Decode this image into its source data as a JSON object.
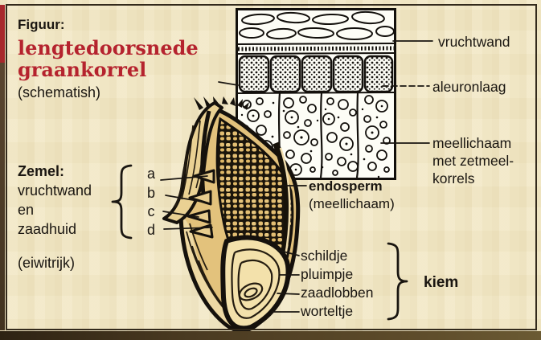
{
  "figure": {
    "heading": "Figuur:",
    "title_line1": "lengtedoorsnede",
    "title_line2": "graankorrel",
    "subtitle": "(schematish)",
    "accent_color": "#b5232e",
    "paper_color": "#f2e8c6",
    "ink_color": "#1a1611",
    "grain_color": "#e2bd72"
  },
  "zemel": {
    "heading": "Zemel:",
    "lines": [
      "vruchtwand",
      "en",
      "zaadhuid"
    ],
    "note": "(eiwitrijk)",
    "markers": [
      "a",
      "b",
      "c",
      "d"
    ]
  },
  "inset_labels": {
    "vruchtwand": "vruchtwand",
    "aleuronlaag": "aleuronlaag",
    "meellichaam_line1": "meellichaam",
    "meellichaam_line2": "met zetmeel-",
    "meellichaam_line3": "korrels"
  },
  "endosperm": {
    "label": "endosperm",
    "sub": "(meellichaam)"
  },
  "kiem": {
    "parts": [
      "schildje",
      "pluimpje",
      "zaadlobben",
      "worteltje"
    ],
    "group_label": "kiem"
  },
  "illustrations": {
    "inset": "microscope-section-of-kernel-wall",
    "grain": "grain-kernel-longitudinal-section"
  }
}
